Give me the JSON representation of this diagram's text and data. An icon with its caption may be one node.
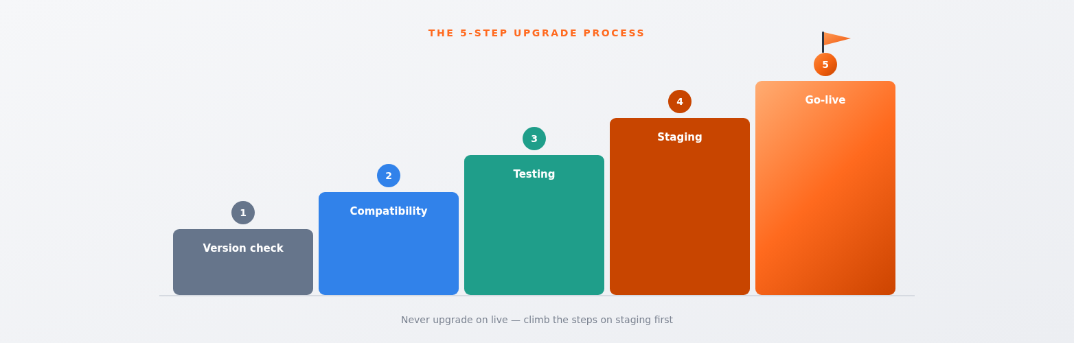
{
  "diagram": {
    "title": "THE 5-STEP UPGRADE PROCESS",
    "caption": "Never upgrade on live — climb the steps on staging first",
    "nodes": [
      {
        "text": [
          "1"
        ]
      },
      {
        "text": [
          "Version check"
        ]
      },
      {
        "text": [
          "2"
        ]
      },
      {
        "text": [
          "Compatibility"
        ]
      },
      {
        "text": [
          "3"
        ]
      },
      {
        "text": [
          "Testing"
        ]
      },
      {
        "text": [
          "4"
        ]
      },
      {
        "text": [
          "Staging"
        ]
      },
      {
        "text": [
          "5"
        ]
      },
      {
        "text": [
          "Go-live"
        ]
      }
    ]
  }
}
